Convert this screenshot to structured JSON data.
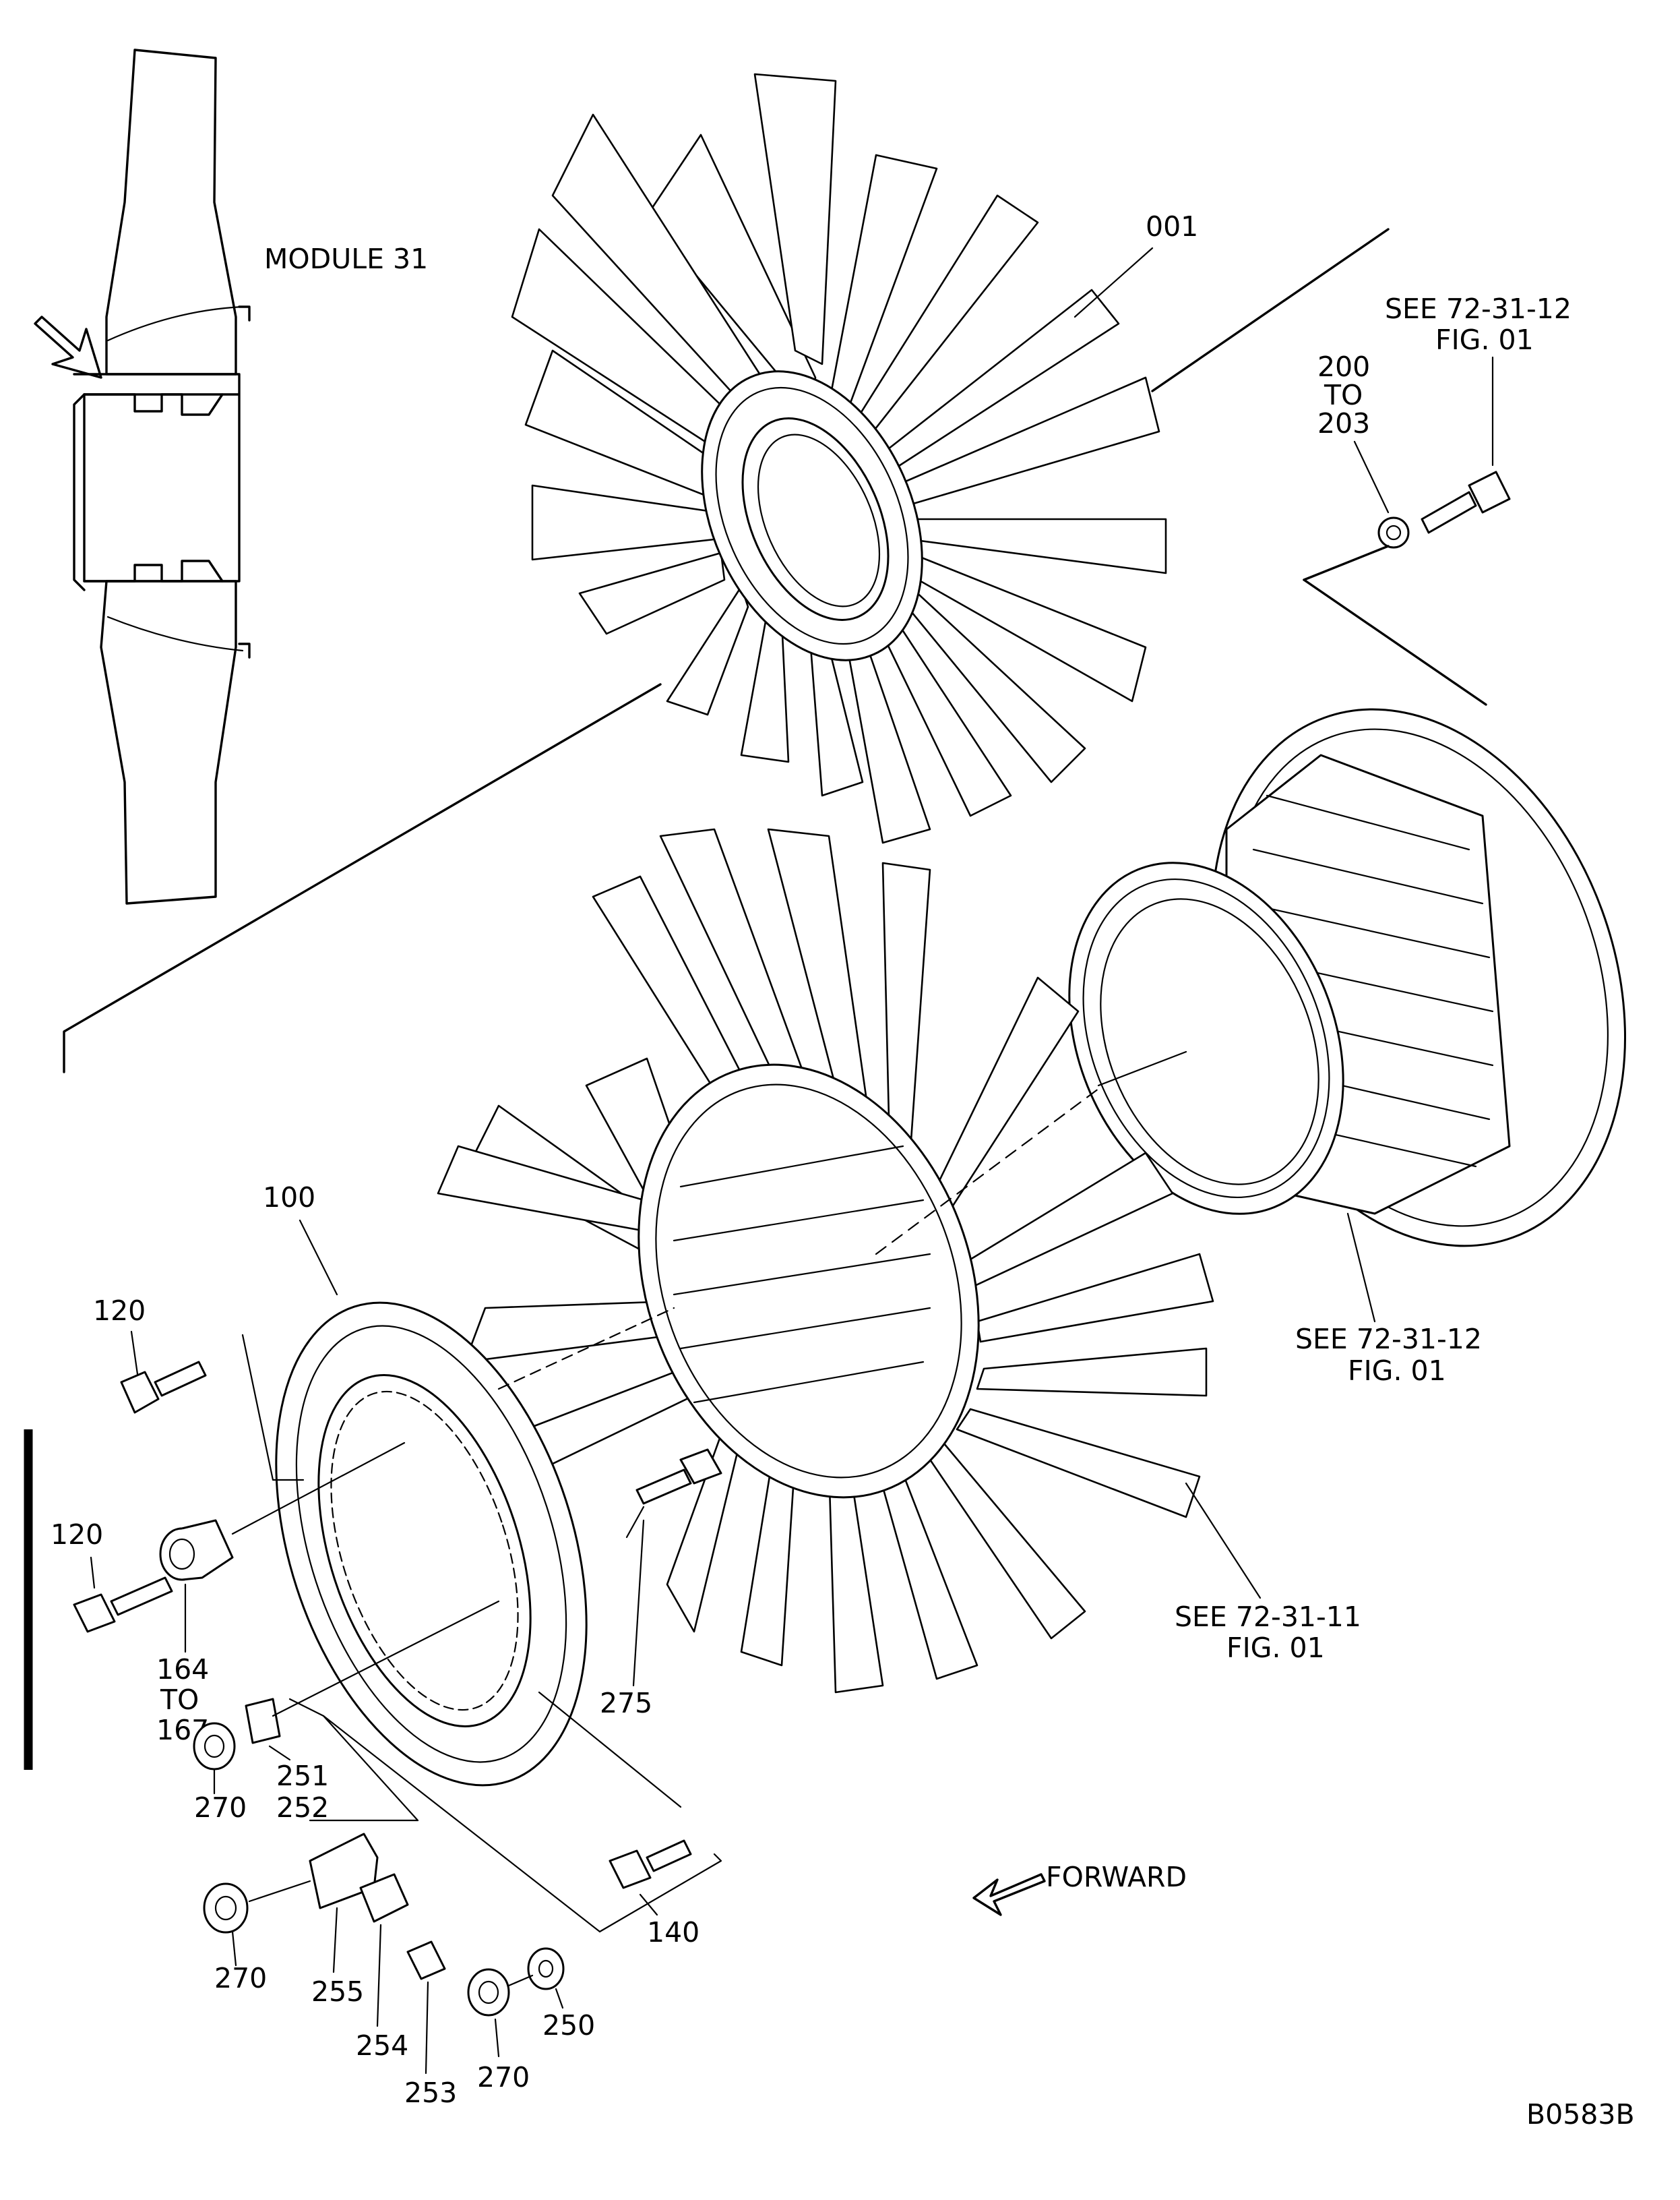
{
  "labels": {
    "module": "MODULE 31",
    "fan_disk": "001",
    "ref_hub_top": "SEE 72-31-12",
    "ref_hub_top_fig": "FIG. 01",
    "bolt_range_from": "200",
    "bolt_range_to_word": "TO",
    "bolt_range_to": "203",
    "ref_hub_side": "SEE 72-31-12",
    "ref_hub_side_fig": "FIG. 01",
    "ref_blades": "SEE 72-31-11",
    "ref_blades_fig": "FIG. 01",
    "retainer": "100",
    "bolt_120_upper": "120",
    "bolt_120_lower": "120",
    "spacer_from": "164",
    "spacer_to_word": "TO",
    "spacer_to": "167",
    "clip_251": "251",
    "clip_252": "252",
    "nut_270_a": "270",
    "nut_270_b": "270",
    "nut_270_c": "270",
    "bolt_275": "275",
    "block_255": "255",
    "block_254": "254",
    "block_253": "253",
    "washer_250": "250",
    "bolt_140": "140",
    "forward": "FORWARD",
    "drawing_number": "B0583B"
  },
  "icons": {
    "forward_arrow": "arrow-left-down-icon",
    "module_arrow": "arrow-right-down-icon"
  }
}
